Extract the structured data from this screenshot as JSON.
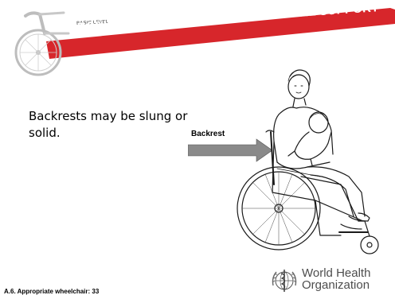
{
  "slide": {
    "level_label": "BASIC LEVEL",
    "title": "PROVIDING PROPER FIT AND POSTURAL SUPPORT",
    "body_text": "Backrests may be slung or solid.",
    "callout_label": "Backrest",
    "footer_text": "A.6. Appropriate wheelchair: 33"
  },
  "branding": {
    "org_name_line1": "World Health",
    "org_name_line2": "Organization",
    "banner_color": "#d7262b",
    "header_logo_icon": "wheelchair-wheel-icon",
    "org_emblem_icon": "who-emblem-icon"
  },
  "illustration": {
    "subject": "caregiver-with-child-in-wheelchair-illustration",
    "arrow_color": "#8a8a8a"
  }
}
